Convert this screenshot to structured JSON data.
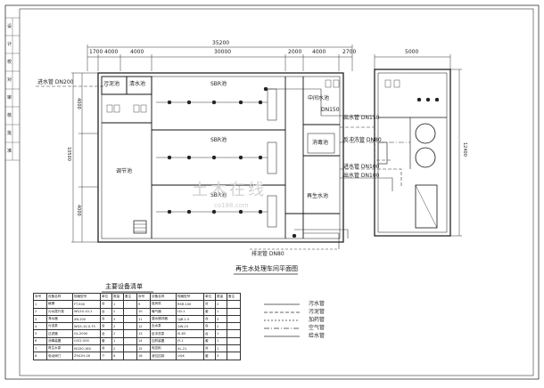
{
  "plan_title": "再生水处理车间平面图",
  "table_title": "主要设备清单",
  "watermark": "土木在线",
  "watermark_sub": "co188.com",
  "dimensions": {
    "total": "35200",
    "top_segments": [
      "1700",
      "4000",
      "4000",
      "30000",
      "2000",
      "4000",
      "2700"
    ],
    "right_building": "5000",
    "left_total": "10500",
    "left_segments": [
      "4000",
      "4000"
    ],
    "right_height": "12400"
  },
  "rooms": {
    "pre_tank": "调节池",
    "room_a": "污泥池",
    "room_b": "清水池",
    "sbr_1": "SBR池",
    "sbr_2": "SBR池",
    "sbr_3": "SBR池",
    "mid_tank": "中间水池",
    "disinfect": "消毒池",
    "recycled": "再生水池"
  },
  "pipes": {
    "inlet": "进水管 DN200",
    "labels": [
      "DN150",
      "出水管 DN150",
      "反冲洗管 DN80",
      "进水管 DN100",
      "出水管 DN100",
      "排泥管 DN80"
    ]
  },
  "legend": [
    {
      "style": "solid",
      "label": "污水管"
    },
    {
      "style": "dash",
      "label": "污泥管"
    },
    {
      "style": "dash",
      "label": "加药管"
    },
    {
      "style": "dashdot",
      "label": "空气管"
    },
    {
      "style": "solid",
      "label": "给水管"
    }
  ],
  "title_block": [
    "设",
    "计",
    "校",
    "对",
    "审",
    "核",
    "批",
    "准"
  ],
  "equipment_table": {
    "header": [
      "序号",
      "设备名称",
      "规格型号",
      "单位",
      "数量",
      "备注",
      "序号",
      "设备名称",
      "规格型号",
      "单位",
      "数量",
      "备注"
    ],
    "rows": [
      [
        "1",
        "格栅",
        "FT-500",
        "台",
        "1",
        "",
        "9",
        "鼓风机",
        "RSR-100",
        "台",
        "2",
        ""
      ],
      [
        "2",
        "污水提升泵",
        "WQ10-10-1",
        "台",
        "2",
        "",
        "10",
        "曝气器",
        "LD-1",
        "套",
        "1",
        ""
      ],
      [
        "3",
        "滗水器",
        "XB-200",
        "台",
        "3",
        "",
        "11",
        "潜水搅拌器",
        "QJB-1.5",
        "台",
        "3",
        ""
      ],
      [
        "4",
        "污泥泵",
        "WQ5-10-0.75",
        "台",
        "2",
        "",
        "12",
        "出水泵",
        "QW-15",
        "台",
        "2",
        ""
      ],
      [
        "5",
        "过滤器",
        "GL-2000",
        "台",
        "2",
        "",
        "13",
        "反冲洗泵",
        "IS-65",
        "台",
        "1",
        ""
      ],
      [
        "6",
        "消毒装置",
        "ClO2-500",
        "套",
        "1",
        "",
        "14",
        "加药装置",
        "JY-1",
        "套",
        "1",
        ""
      ],
      [
        "7",
        "再生水泵",
        "ISG50-160",
        "台",
        "2",
        "",
        "15",
        "电控柜",
        "XL-21",
        "台",
        "1",
        ""
      ],
      [
        "8",
        "电动阀门",
        "Z941H-16",
        "个",
        "6",
        "",
        "16",
        "液位控制",
        "UQK",
        "套",
        "3",
        ""
      ]
    ]
  }
}
